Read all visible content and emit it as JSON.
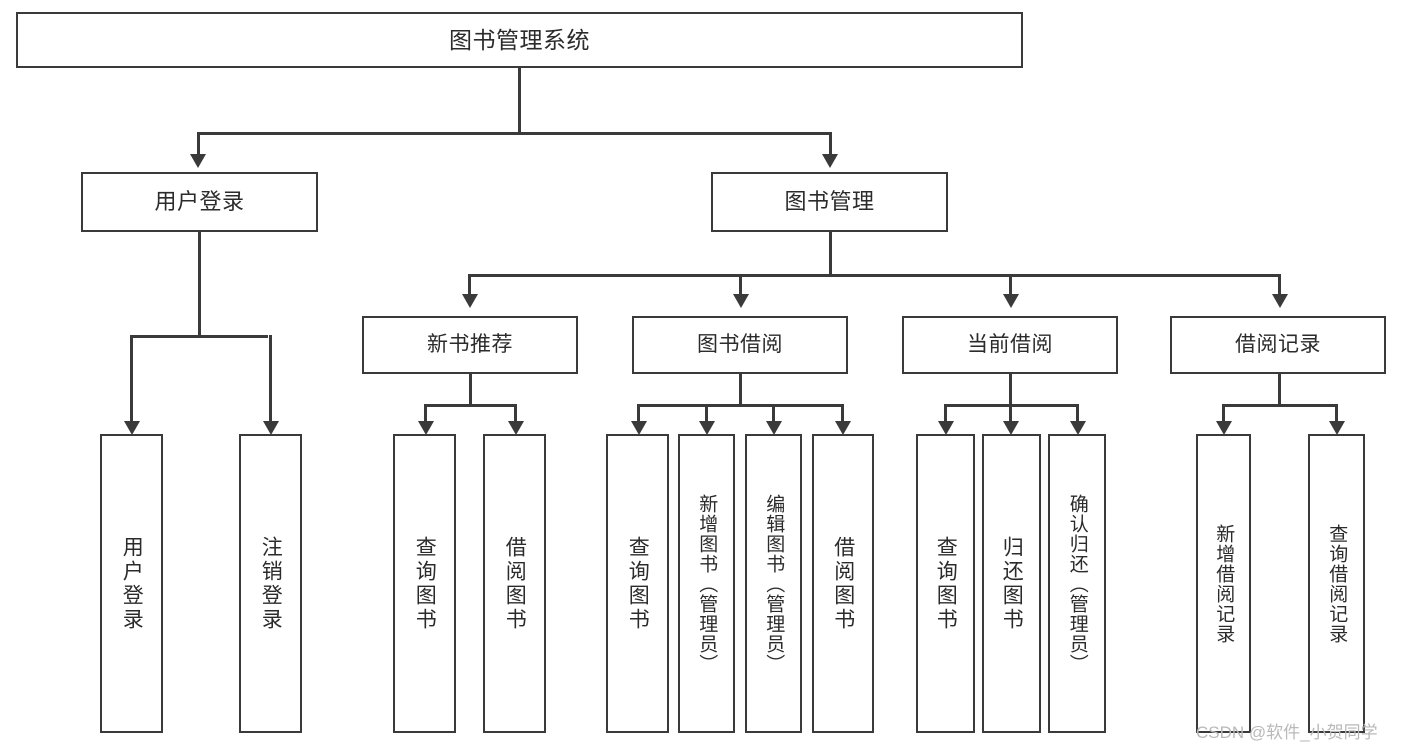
{
  "diagram": {
    "title": "图书管理系统",
    "type": "hierarchy-tree",
    "root": {
      "id": "root",
      "label": "图书管理系统"
    },
    "level2": [
      {
        "id": "user-login",
        "label": "用户登录"
      },
      {
        "id": "book-management",
        "label": "图书管理"
      }
    ],
    "level3": [
      {
        "id": "new-book-recommend",
        "label": "新书推荐",
        "parent": "book-management"
      },
      {
        "id": "book-borrow",
        "label": "图书借阅",
        "parent": "book-management"
      },
      {
        "id": "current-borrow",
        "label": "当前借阅",
        "parent": "book-management"
      },
      {
        "id": "borrow-record",
        "label": "借阅记录",
        "parent": "book-management"
      }
    ],
    "leaves": [
      {
        "id": "leaf-user-login",
        "label": "用户登录",
        "parent": "user-login"
      },
      {
        "id": "leaf-user-logout",
        "label": "注销登录",
        "parent": "user-login"
      },
      {
        "id": "leaf-query-book-1",
        "label": "查询图书",
        "parent": "new-book-recommend"
      },
      {
        "id": "leaf-borrow-book-1",
        "label": "借阅图书",
        "parent": "new-book-recommend"
      },
      {
        "id": "leaf-query-book-2",
        "label": "查询图书",
        "parent": "book-borrow"
      },
      {
        "id": "leaf-add-book",
        "label": "新增图书（管理员）",
        "parent": "book-borrow"
      },
      {
        "id": "leaf-edit-book",
        "label": "编辑图书（管理员）",
        "parent": "book-borrow"
      },
      {
        "id": "leaf-borrow-book-2",
        "label": "借阅图书",
        "parent": "book-borrow"
      },
      {
        "id": "leaf-query-book-3",
        "label": "查询图书",
        "parent": "current-borrow"
      },
      {
        "id": "leaf-return-book",
        "label": "归还图书",
        "parent": "current-borrow"
      },
      {
        "id": "leaf-confirm-return",
        "label": "确认归还（管理员）",
        "parent": "current-borrow"
      },
      {
        "id": "leaf-add-record",
        "label": "新增借阅记录",
        "parent": "borrow-record"
      },
      {
        "id": "leaf-query-record",
        "label": "查询借阅记录",
        "parent": "borrow-record"
      }
    ]
  },
  "watermark": {
    "text": "CSDN @软件_小贺同学"
  },
  "colors": {
    "stroke": "#3a3a3a",
    "fill": "#ffffff",
    "text": "#2b2b2b",
    "watermark": "#b9b9b9"
  }
}
